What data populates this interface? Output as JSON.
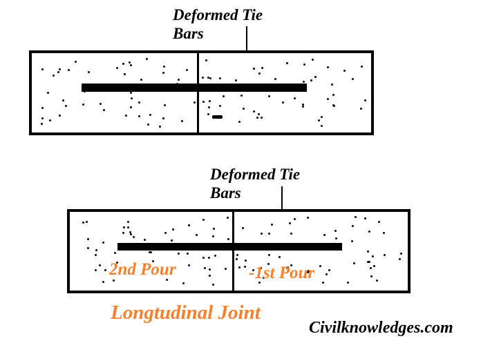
{
  "colors": {
    "accent_orange": "#F8802C",
    "ink": "#000000"
  },
  "diagrams": [
    {
      "name": "top-slab-section",
      "label": {
        "line1": "Deformed Tie",
        "line2": "Bars"
      }
    },
    {
      "name": "bottom-slab-section",
      "label": {
        "line1": "Deformed Tie",
        "line2": "Bars"
      },
      "pour_left": "2nd Pour",
      "pour_right": "-1st Pour"
    }
  ],
  "caption": "Longtudinal Joint",
  "watermark": "Civilknowledges.com"
}
